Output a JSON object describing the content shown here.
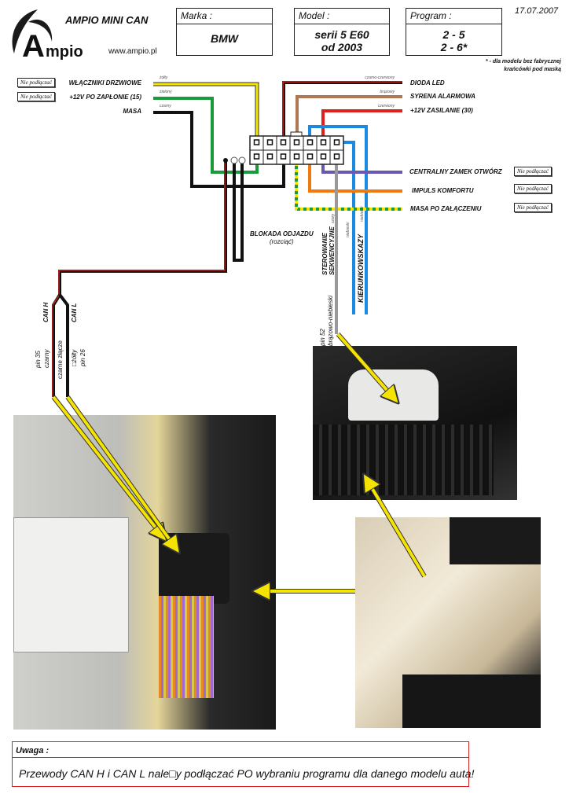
{
  "header": {
    "brand_logo": "Ampio",
    "title": "AMPIO MINI CAN",
    "website": "www.ampio.pl",
    "date": "17.07.2007",
    "marka_label": "Marka :",
    "marka_value": "BMW",
    "model_label": "Model :",
    "model_line1": "serii 5  E60",
    "model_line2": "od 2003",
    "program_label": "Program :",
    "program_line1": "2 - 5",
    "program_line2": "2 - 6*",
    "footnote_line1": "* - dla modelu bez fabrycznej",
    "footnote_line2": "krańcówki pod maską"
  },
  "not_connect": "Nie podłączać",
  "left_wires": [
    {
      "label": "WŁĄCZNIKI DRZWIOWE",
      "color_name": "żółty",
      "color": "#f5e400",
      "not_connect": true
    },
    {
      "label": "+12V PO ZAPŁONIE (15)",
      "color_name": "zielony",
      "color": "#1a9a3a",
      "not_connect": true
    },
    {
      "label": "MASA",
      "color_name": "czarny",
      "color": "#111111",
      "not_connect": false
    }
  ],
  "right_wires": [
    {
      "label": "DIODA LED",
      "color_name": "czarno-czerwony",
      "color": "#111111"
    },
    {
      "label": "SYRENA ALARMOWA",
      "color_name": "brązowy",
      "color": "#b07850"
    },
    {
      "label": "+12V ZASILANIE (30)",
      "color_name": "czerwony",
      "color": "#e0201c"
    },
    {
      "label": "CENTRALNY ZAMEK OTWÓRZ",
      "color": "#6a58b0",
      "not_connect": true
    },
    {
      "label": "IMPULS KOMFORTU",
      "color": "#f07a10",
      "not_connect": true
    },
    {
      "label": "MASA PO ZAŁĄCZENIU",
      "color": "#1a9a3a",
      "not_connect": true
    }
  ],
  "blokada": {
    "line1": "BLOKADA ODJAZDU",
    "line2": "(rozciąć)"
  },
  "sequential": {
    "line1": "STEROWANIE",
    "line2": "SEKWENCYJNE",
    "color_name": "szary",
    "pin": "pin 52",
    "pin_color": "brązowo-niebieski"
  },
  "indicators": {
    "label": "KIERUNKOWSKAZY",
    "color_name": "niebieski"
  },
  "can": {
    "can_h": "CAN H",
    "can_l": "CAN L",
    "pin_h": "pin 35",
    "color_h": "czarny",
    "connector": "czarne złącze",
    "color_l": "□żółty",
    "pin_l": "pin 26"
  },
  "warning": {
    "title": "Uwaga :",
    "text": "Przewody CAN H i CAN L nale□y podłączać PO wybraniu programu dla danego modelu auta!"
  }
}
